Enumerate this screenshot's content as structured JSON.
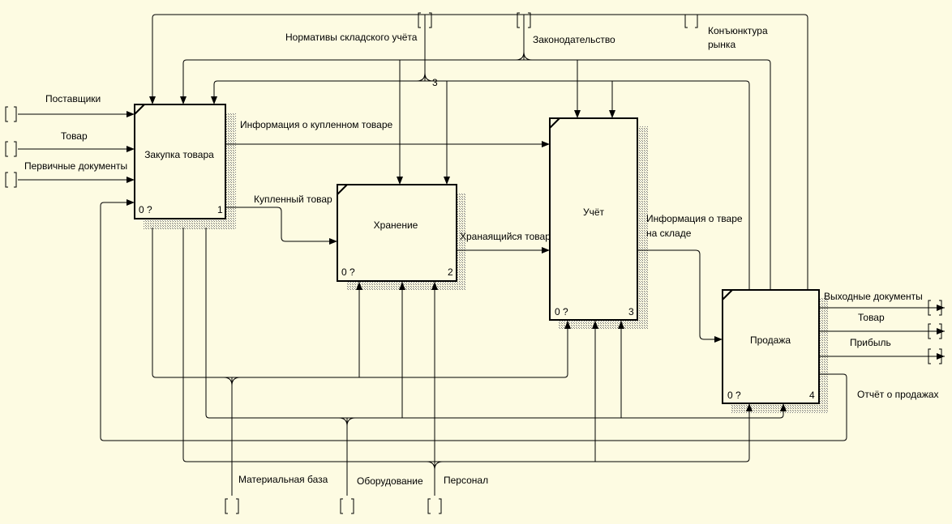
{
  "diagram": {
    "background": "#fdfbe2",
    "shadow_color": "#777777",
    "boxes": [
      {
        "id": "b1",
        "name": "Закупка товара",
        "number": "1",
        "cost": "0 ?"
      },
      {
        "id": "b2",
        "name": "Хранение",
        "number": "2",
        "cost": "0 ?"
      },
      {
        "id": "b3",
        "name": "Учёт",
        "number": "3",
        "cost": "0 ?"
      },
      {
        "id": "b4",
        "name": "Продажа",
        "number": "4",
        "cost": "0 ?"
      }
    ],
    "labels": {
      "normatives": "Нормативы складского учёта",
      "legislation": "Законодательство",
      "market_1": "Конъюнктура",
      "market_2": "рынка",
      "suppliers": "Поставщики",
      "goods_in": "Товар",
      "primary_docs": "Первичные документы",
      "purchase_info": "Информация о купленном товаре",
      "purchased_goods": "Купленный товар",
      "stored_goods": "Хранаящийся товар",
      "stock_info_1": "Информация о тваре",
      "stock_info_2": "на складе",
      "output_docs": "Выходные документы",
      "goods_out": "Товар",
      "profit": "Прибыль",
      "sales_report": "Отчёт о продажах",
      "material_base": "Материальная база",
      "equipment": "Оборудование",
      "personnel": "Персонал",
      "tunnel_mark": "3"
    }
  }
}
